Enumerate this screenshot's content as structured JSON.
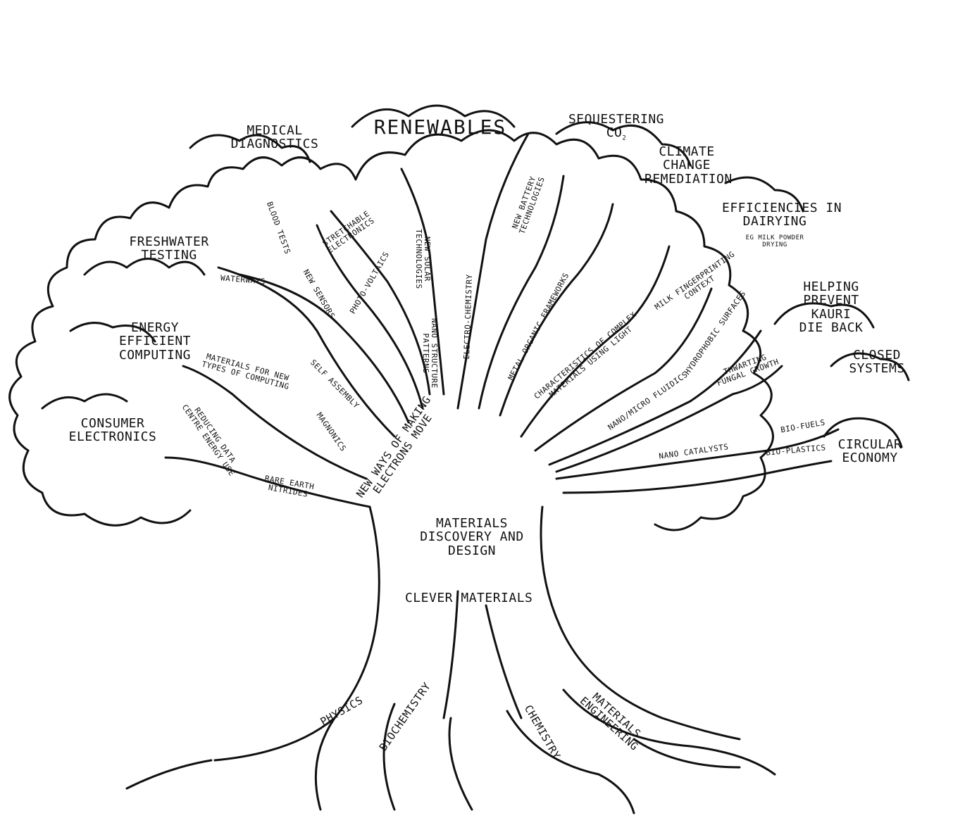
{
  "canopy": {
    "renewables": "Renewables",
    "medical_diagnostics": "Medical\nDiagnostics",
    "sequestering_co2": "Sequestering\nCO",
    "co2_subscript": "2",
    "climate_change_remediation": "Climate\nChange\nRemediation",
    "efficiencies_in_dairying": "Efficiencies in\nDairying",
    "dairying_example": "eg milk powder\ndrying",
    "freshwater_testing": "Freshwater\nTesting",
    "energy_efficient_computing": "Energy\nEfficient\nComputing",
    "consumer_electronics": "Consumer\nElectronics",
    "helping_prevent_kauri": "Helping\nPrevent\nKauri\nDie Back",
    "closed_systems": "Closed\nSystems",
    "circular_economy": "Circular\nEconomy"
  },
  "branches": {
    "blood_tests": "Blood Tests",
    "stretchable_electronics": "Stretchable\nElectronics",
    "new_sensors": "New Sensors",
    "photo_voltaics": "Photo-voltaics",
    "new_solar_technologies": "New Solar\nTechnologies",
    "new_battery_technologies": "New Battery\nTechnologies",
    "electro_chemistry": "Electro-chemistry",
    "nano_structure_patterns": "Nano Structure\nPatterns",
    "metal_organic_frameworks": "Metal Organic Frameworks",
    "waterways": "Waterways",
    "self_assembly": "Self Assembly",
    "materials_for_new_computing": "Materials for New\nTypes of Computing",
    "magnonics": "Magnonics",
    "reducing_data_centre": "Reducing Data\nCentre Energy Use",
    "rare_earth_nitrides": "Rare Earth\nNitrides",
    "new_ways_electrons": "New Ways of Making\nElectrons Move",
    "characteristics_complex": "Characteristics of Complex\nMaterials Using Light",
    "milk_fingerprinting": "Milk Fingerprinting\nContext",
    "hydrophobic_surfaces": "Hydrophobic Surfaces",
    "thwarting_fungal": "Thwarting\nFungal Growth",
    "nano_micro_fluidics": "Nano/Micro Fluidics",
    "nano_catalysts": "Nano Catalysts",
    "bio_fuels": "Bio-fuels",
    "bio_plastics": "Bio-plastics"
  },
  "trunk": {
    "materials_discovery": "Materials\nDiscovery and\nDesign",
    "clever_materials": "Clever Materials"
  },
  "roots": {
    "physics": "Physics",
    "biochemistry": "Biochemistry",
    "chemistry": "Chemistry",
    "materials_engineering": "Materials\nEngineering"
  },
  "colors": {
    "ink": "#111111",
    "paper": "#ffffff"
  }
}
